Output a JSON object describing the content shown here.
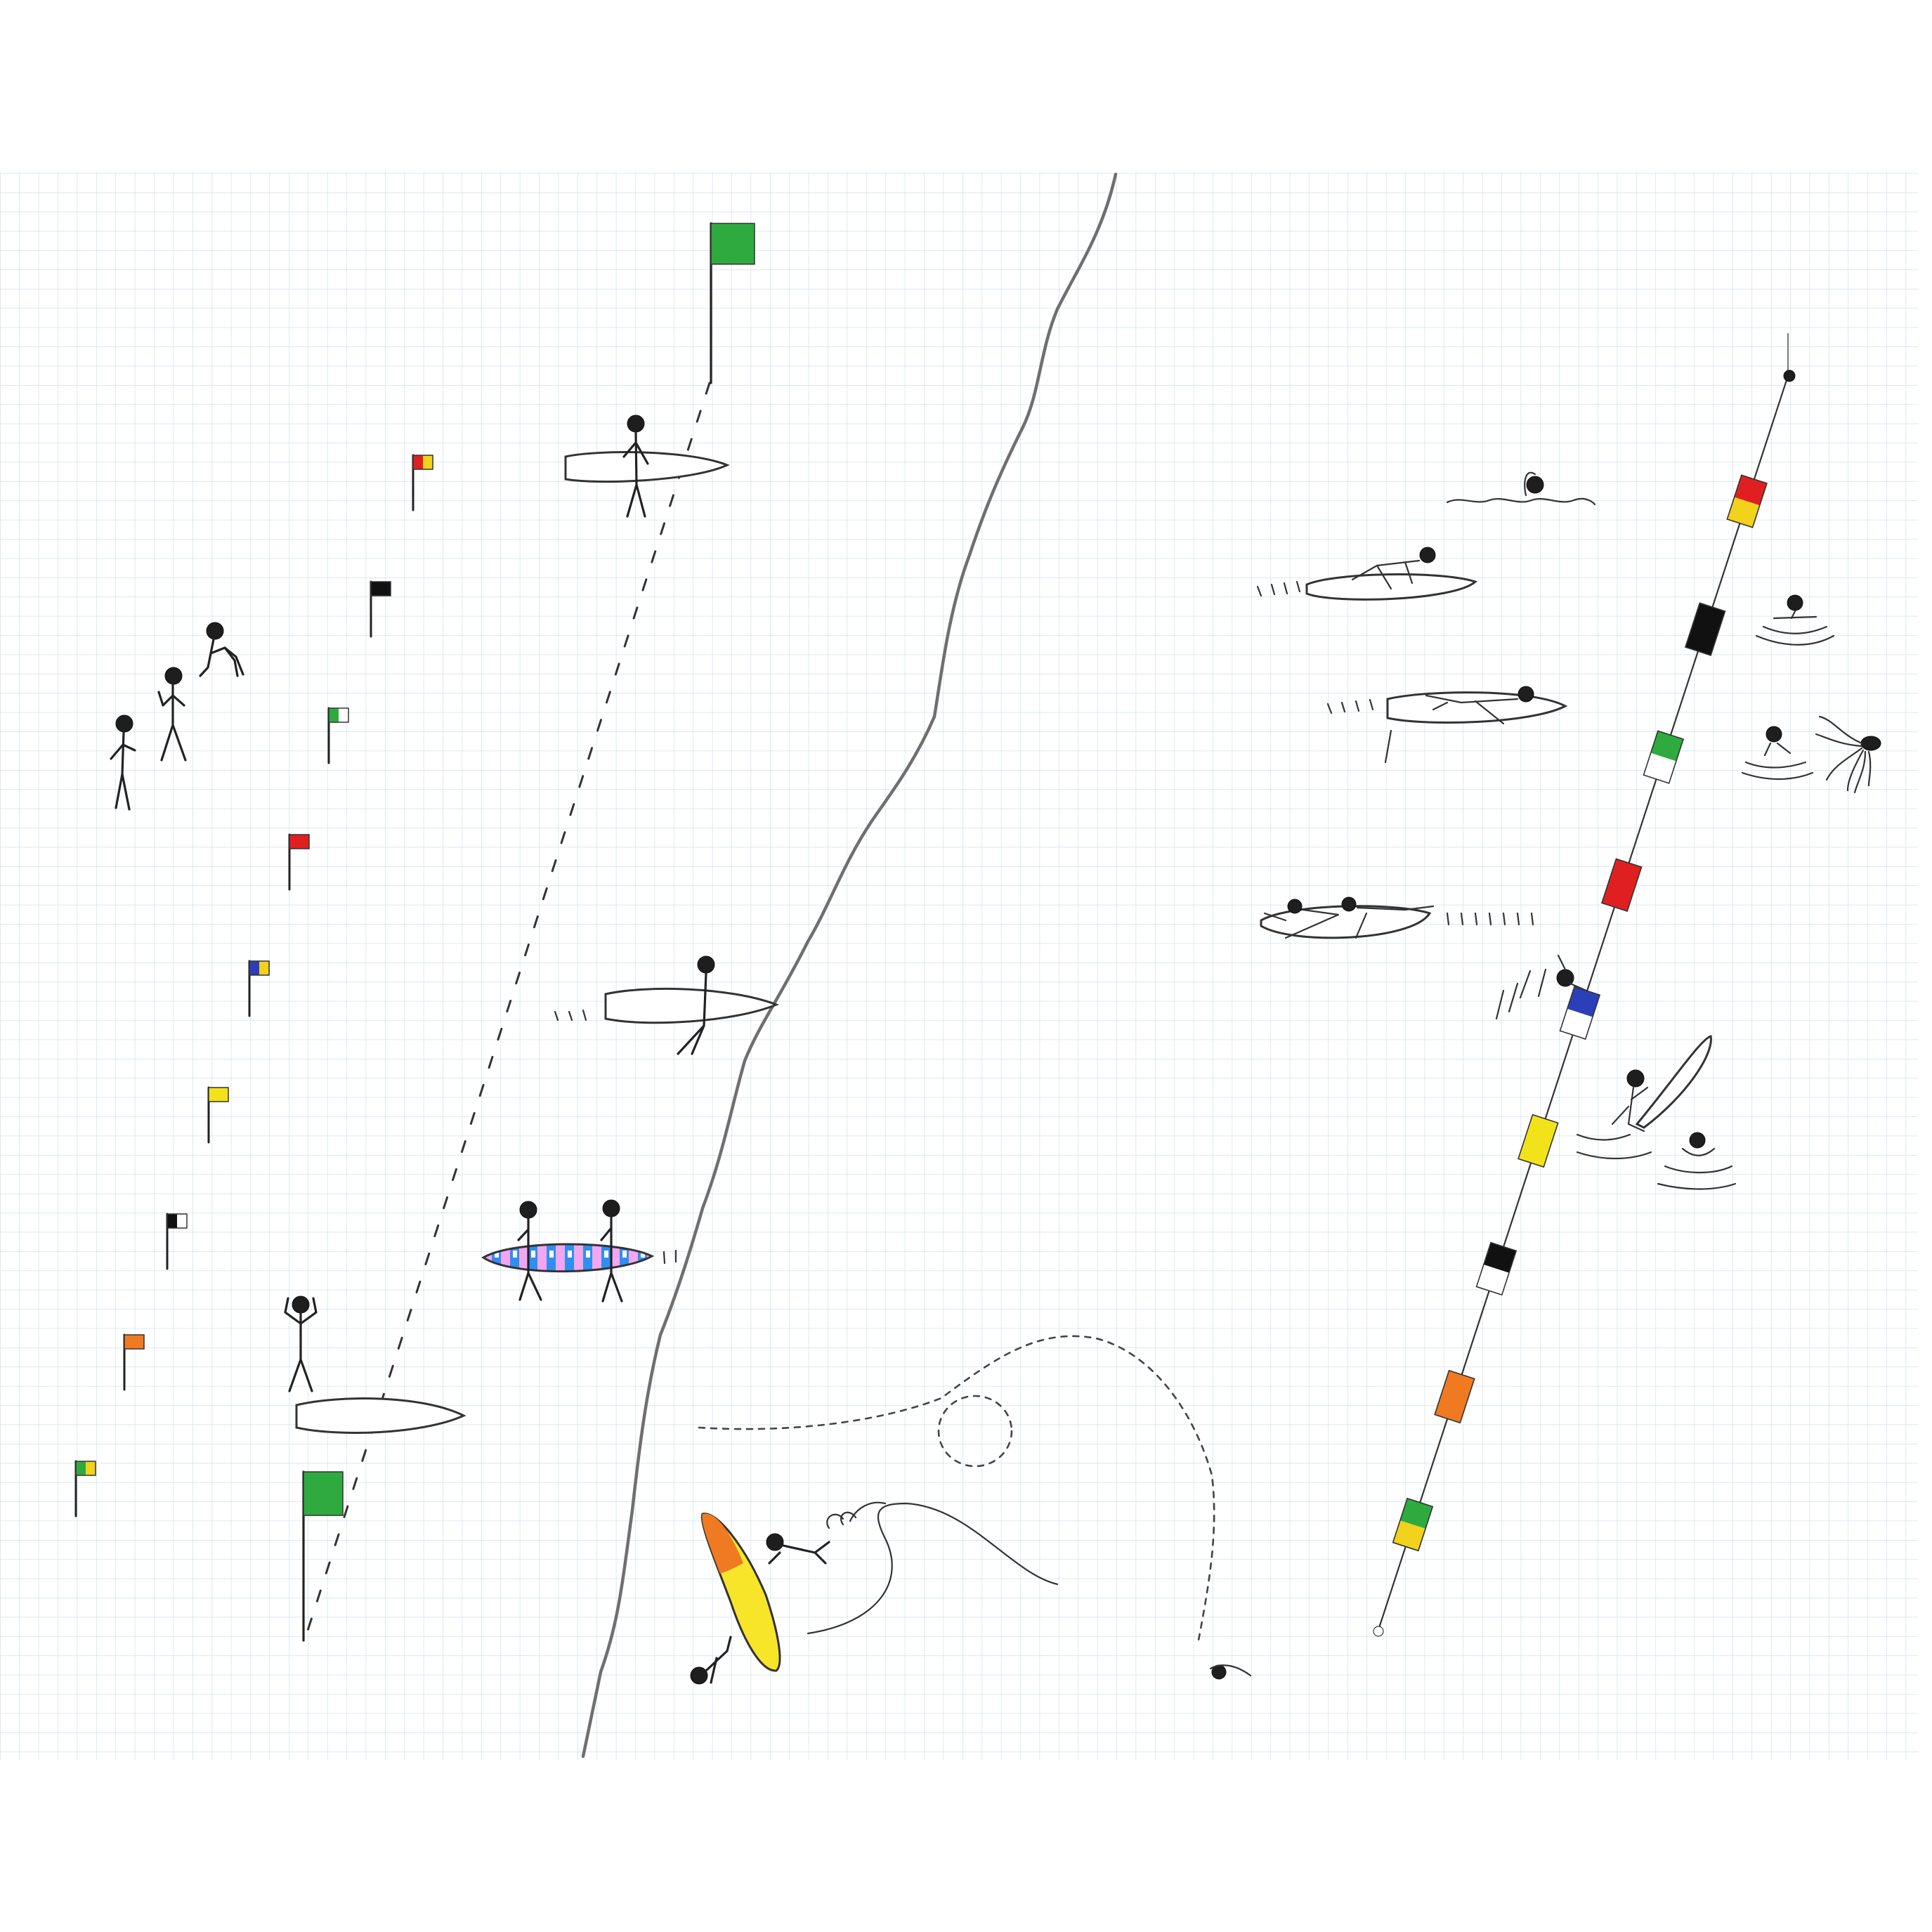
{
  "scene": {
    "paper": "grid",
    "grid_color": "#c9dbe8",
    "shoreline_color": "#6f6f6f",
    "ink_color": "#222222"
  },
  "beach": {
    "marker_flags": [
      {
        "name": "red-yellow",
        "colors": [
          "#e02020",
          "#f2d21a"
        ]
      },
      {
        "name": "black",
        "colors": [
          "#111111"
        ]
      },
      {
        "name": "green-white",
        "colors": [
          "#2eaa3f",
          "#ffffff"
        ]
      },
      {
        "name": "red",
        "colors": [
          "#e02020"
        ]
      },
      {
        "name": "blue-yellow",
        "colors": [
          "#2a3fb8",
          "#f2d21a"
        ]
      },
      {
        "name": "yellow",
        "colors": [
          "#f2e21a"
        ]
      },
      {
        "name": "black-white",
        "colors": [
          "#111111",
          "#ffffff"
        ]
      },
      {
        "name": "orange",
        "colors": [
          "#f07a22"
        ]
      },
      {
        "name": "green-yellow",
        "colors": [
          "#2eaa3f",
          "#f2d21a"
        ]
      }
    ],
    "finish_flags_color": "#2eaa3f",
    "striped_board_colors": [
      "#f3a6f0",
      "#2f8ff0",
      "#ffffff"
    ]
  },
  "water": {
    "buoy_line": [
      {
        "name": "red-yellow",
        "colors": [
          "#e02020",
          "#f2d21a"
        ]
      },
      {
        "name": "black",
        "colors": [
          "#111111"
        ]
      },
      {
        "name": "green-white",
        "colors": [
          "#2eaa3f",
          "#ffffff"
        ]
      },
      {
        "name": "red",
        "colors": [
          "#e02020"
        ]
      },
      {
        "name": "blue-white",
        "colors": [
          "#2a3fb8",
          "#ffffff"
        ]
      },
      {
        "name": "yellow",
        "colors": [
          "#f2e21a"
        ]
      },
      {
        "name": "black-white",
        "colors": [
          "#111111",
          "#ffffff"
        ]
      },
      {
        "name": "orange",
        "colors": [
          "#f07a22"
        ]
      },
      {
        "name": "green-yellow",
        "colors": [
          "#2eaa3f",
          "#f2d21a"
        ]
      }
    ],
    "wiped_out_board_colors": [
      "#f07a22",
      "#f7e52a"
    ]
  }
}
